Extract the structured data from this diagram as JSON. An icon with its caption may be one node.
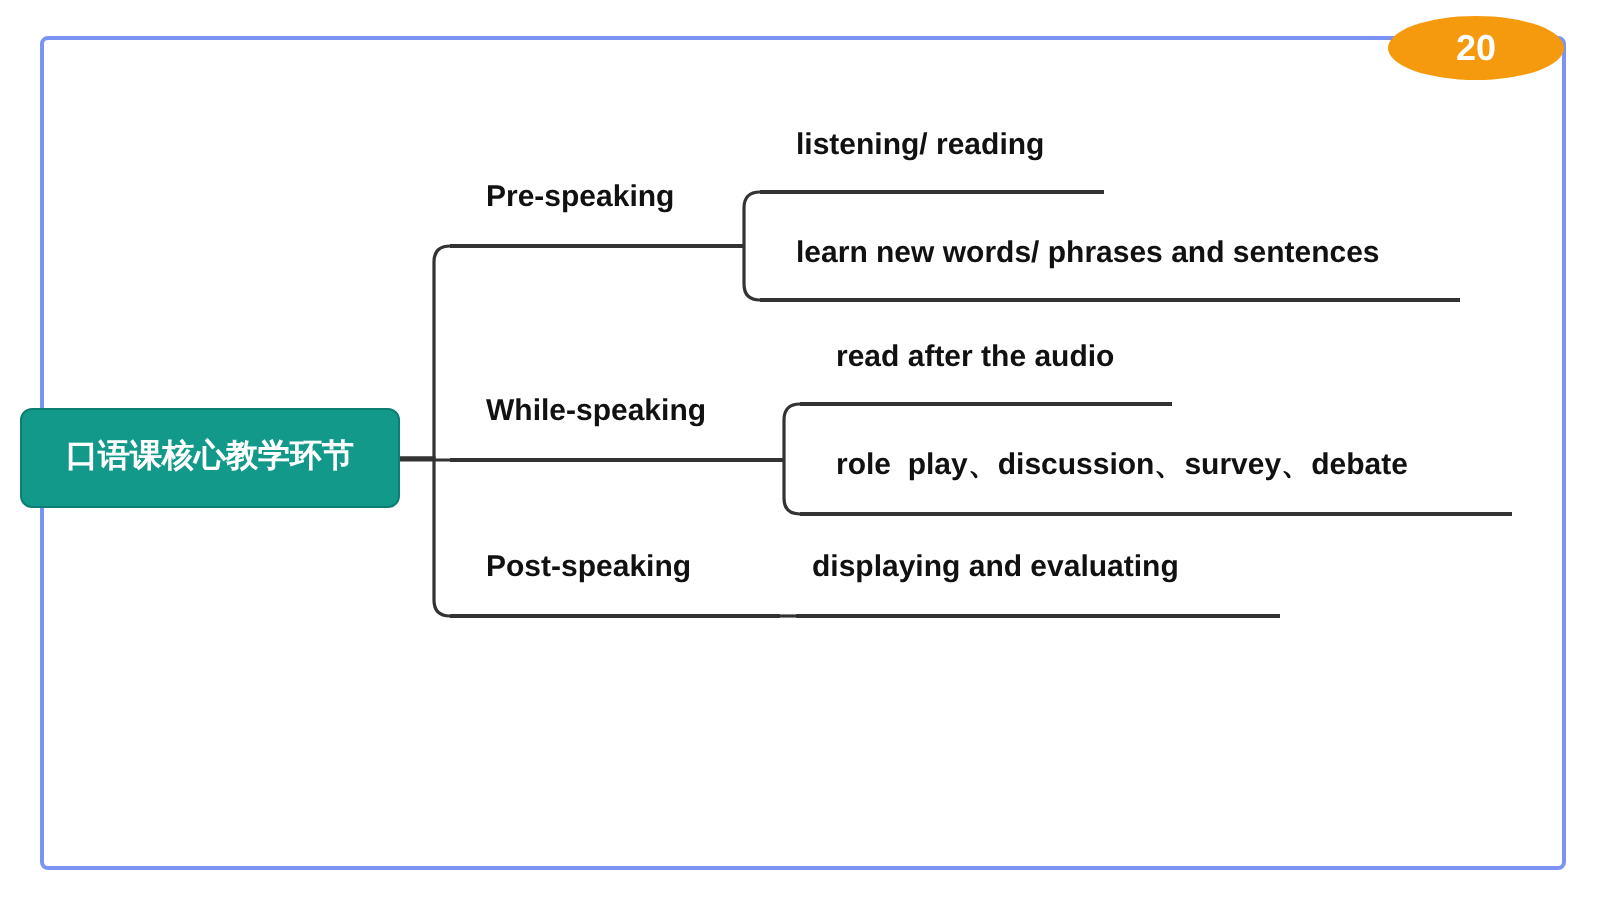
{
  "diagram": {
    "nodes": [
      {
        "text": [
          "口语课核心教学环节"
        ]
      },
      {
        "text": [
          "Pre-speaking"
        ]
      },
      {
        "text": [
          "listening/ reading"
        ]
      },
      {
        "text": [
          "learn new words/ phrases and sentences"
        ]
      },
      {
        "text": [
          "While-speaking"
        ]
      },
      {
        "text": [
          "read after the audio"
        ]
      },
      {
        "text": [
          "role  play、discussion、survey、debate"
        ]
      },
      {
        "text": [
          "Post-speaking"
        ]
      },
      {
        "text": [
          "displaying and evaluating"
        ]
      }
    ],
    "edges": [
      {
        "from": 0,
        "to": 1,
        "arrow": "none"
      },
      {
        "from": 0,
        "to": 4,
        "arrow": "none"
      },
      {
        "from": 0,
        "to": 7,
        "arrow": "none"
      },
      {
        "from": 1,
        "to": 2,
        "arrow": "none"
      },
      {
        "from": 1,
        "to": 3,
        "arrow": "none"
      },
      {
        "from": 4,
        "to": 5,
        "arrow": "none"
      },
      {
        "from": 4,
        "to": 6,
        "arrow": "none"
      },
      {
        "from": 7,
        "to": 8,
        "arrow": "none"
      }
    ],
    "labels": [
      "20"
    ]
  }
}
